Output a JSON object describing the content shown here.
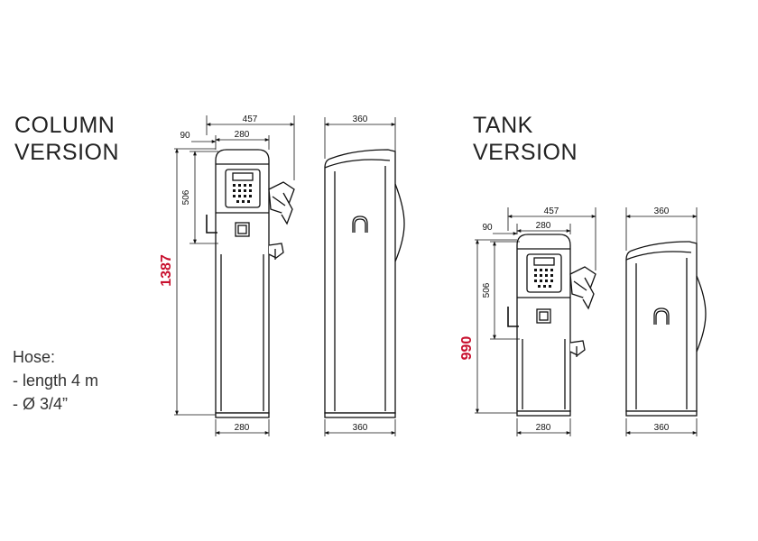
{
  "column": {
    "title_line1": "COLUMN",
    "title_line2": "VERSION",
    "height": "1387",
    "overall_width": "457",
    "head_width": "280",
    "offset": "90",
    "keypad_height": "506",
    "base_width": "280",
    "side_width": "360",
    "side_base_width": "360"
  },
  "tank": {
    "title_line1": "TANK",
    "title_line2": "VERSION",
    "height": "990",
    "overall_width": "457",
    "head_width": "280",
    "offset": "90",
    "keypad_height": "506",
    "base_width": "280",
    "side_width": "360",
    "side_base_width": "360"
  },
  "hose": {
    "heading": "Hose:",
    "length": "- length 4 m",
    "diameter": "- Ø 3/4”"
  },
  "colors": {
    "accent": "#c8102e",
    "line": "#111111"
  }
}
